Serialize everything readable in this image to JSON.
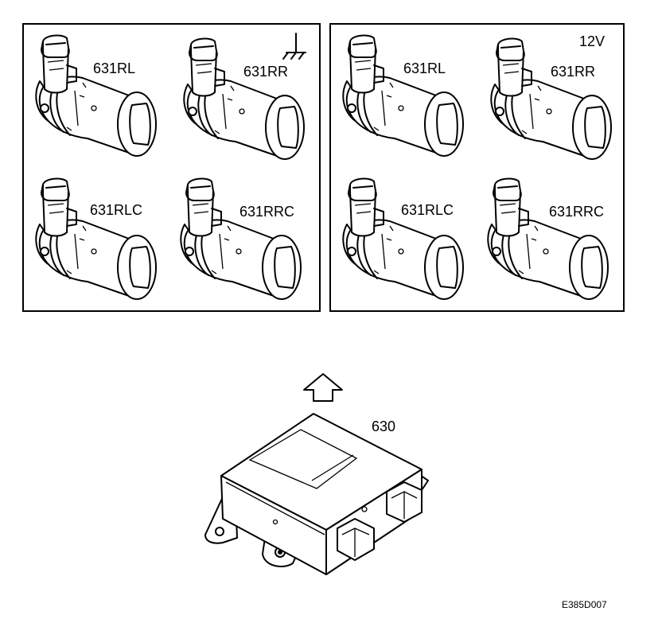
{
  "left_panel": {
    "marker": "ground-symbol",
    "sensors": [
      {
        "label": "631RL"
      },
      {
        "label": "631RR"
      },
      {
        "label": "631RLC"
      },
      {
        "label": "631RRC"
      }
    ]
  },
  "right_panel": {
    "marker": "12V",
    "sensors": [
      {
        "label": "631RL"
      },
      {
        "label": "631RR"
      },
      {
        "label": "631RLC"
      },
      {
        "label": "631RRC"
      }
    ]
  },
  "arrow": "up-arrow",
  "control_unit": {
    "label": "630"
  },
  "figure_code": "E385D007"
}
